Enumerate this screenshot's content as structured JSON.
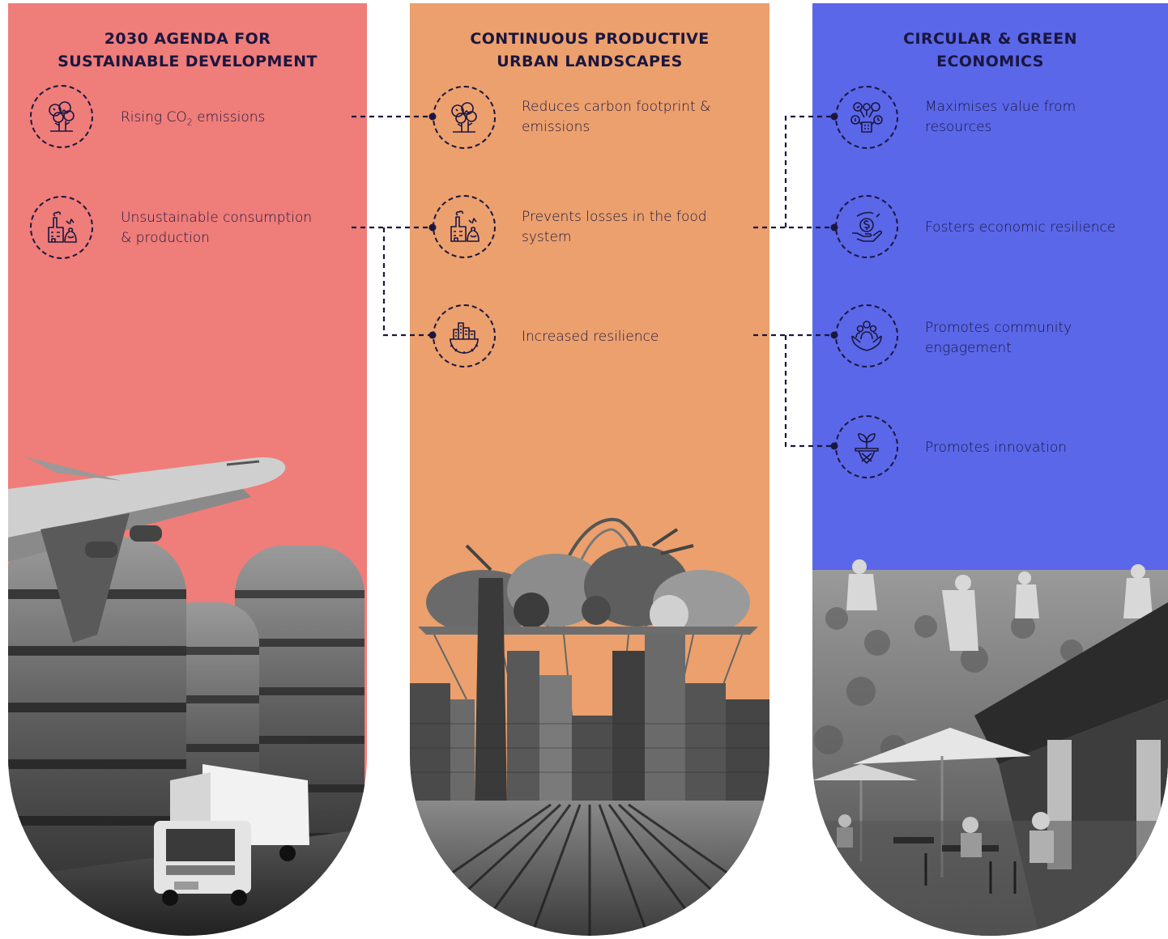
{
  "columns": [
    {
      "title": "2030 AGENDA FOR\nSUSTAINABLE DEVELOPMENT",
      "color": "#ef7d79",
      "items": [
        {
          "label_main": "Rising CO",
          "label_sub": "2",
          "label_tail": " emissions",
          "icon": "tree-icon"
        },
        {
          "label": "Unsustainable consumption\n& production",
          "icon": "factory-icon"
        }
      ],
      "photo": "airplane-burgers-truck-collage"
    },
    {
      "title": "CONTINUOUS PRODUCTIVE\nURBAN LANDSCAPES",
      "color": "#eca06d",
      "items": [
        {
          "label": "Reduces carbon footprint &\nemissions",
          "icon": "tree-icon"
        },
        {
          "label": "Prevents losses in the food\nsystem",
          "icon": "factory-icon"
        },
        {
          "label": "Increased resilience",
          "icon": "city-gear-icon"
        }
      ],
      "photo": "vegetable-basket-skyline-field-collage"
    },
    {
      "title": "CIRCULAR & GREEN\nECONOMICS",
      "color": "#5a67e8",
      "items": [
        {
          "label": "Maximises value from\nresources",
          "icon": "resources-network-icon"
        },
        {
          "label": "Fosters economic resilience",
          "icon": "hand-coin-icon"
        },
        {
          "label": "Promotes community\nengagement",
          "icon": "community-hands-icon"
        },
        {
          "label": "Promotes innovation",
          "icon": "sprout-icon"
        }
      ],
      "photo": "farm-workers-cafe-collage"
    }
  ],
  "line_color": "#1a1640"
}
